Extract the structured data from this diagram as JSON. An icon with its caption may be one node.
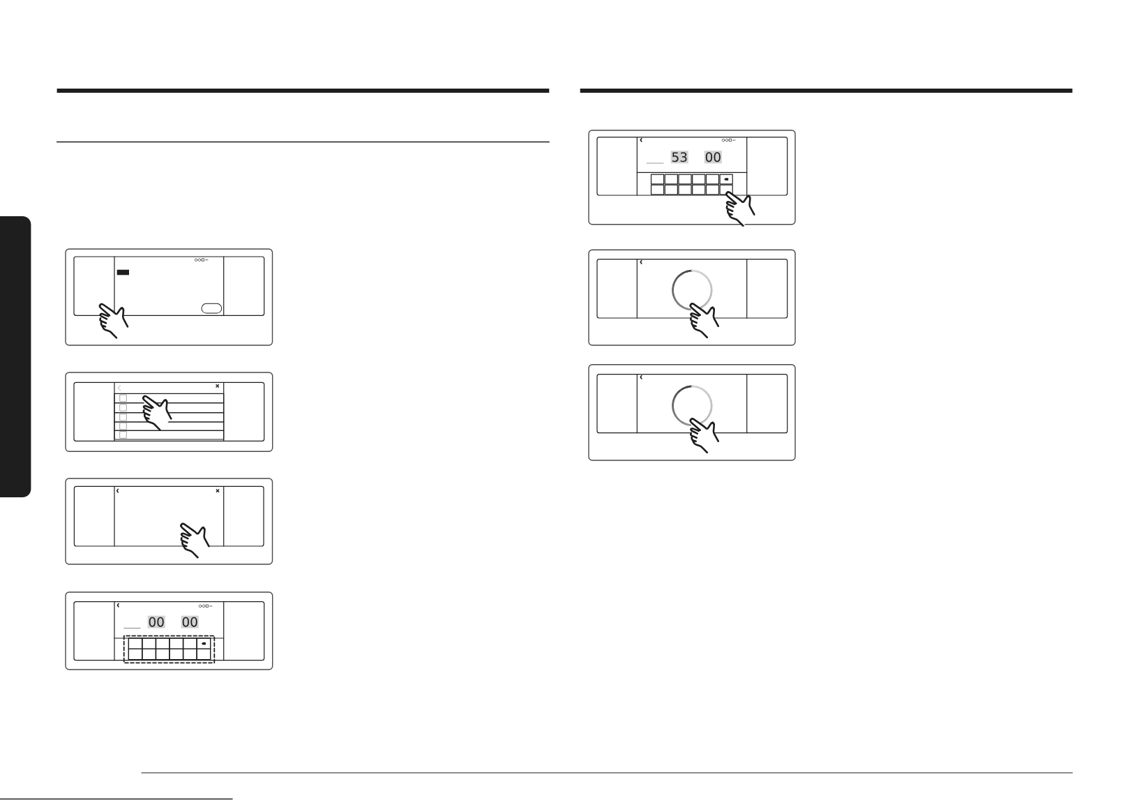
{
  "diagram": {
    "nodes": [
      {
        "text": [],
        "shape": "bar"
      },
      {
        "text": [
          "00"
        ]
      },
      {
        "text": [
          "00"
        ]
      },
      {
        "text": [
          "53"
        ]
      },
      {
        "text": [
          "00"
        ]
      }
    ]
  }
}
